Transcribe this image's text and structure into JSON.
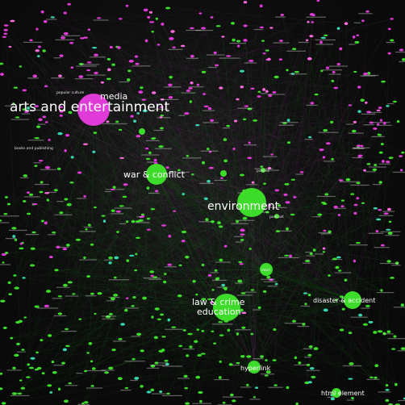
{
  "graph": {
    "background": "#0b0b0b",
    "colors": {
      "magenta": "#e03ad8",
      "green": "#3ddc2a",
      "pink": "#ff6adf",
      "teal": "#38d6b0",
      "edge_green": "#1f6b1c",
      "edge_magenta": "#7a2a78"
    },
    "labels": {
      "media": "media",
      "arts": "arts and entertainment",
      "war": "war & conflict",
      "environment": "environment",
      "law": "law & crime",
      "education": "education",
      "disaster": "disaster & accident",
      "hyperlink": "hyperlink",
      "html_element": "html element",
      "books": "books and publishing",
      "podcast": "podcast",
      "label_ob": "label",
      "politics": "politics",
      "pop_culture": "popular culture"
    }
  }
}
